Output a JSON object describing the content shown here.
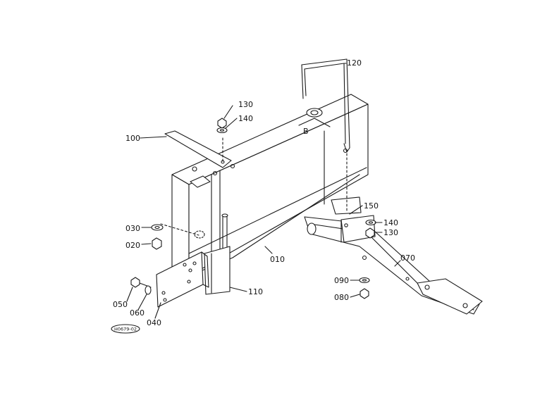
{
  "diagram": {
    "callouts": [
      "120",
      "130",
      "140",
      "100",
      "150",
      "140",
      "130",
      "030",
      "020",
      "010",
      "070",
      "090",
      "080",
      "110",
      "050",
      "060",
      "040"
    ],
    "reference_code": "H0679-02",
    "tank_marking": "B"
  }
}
